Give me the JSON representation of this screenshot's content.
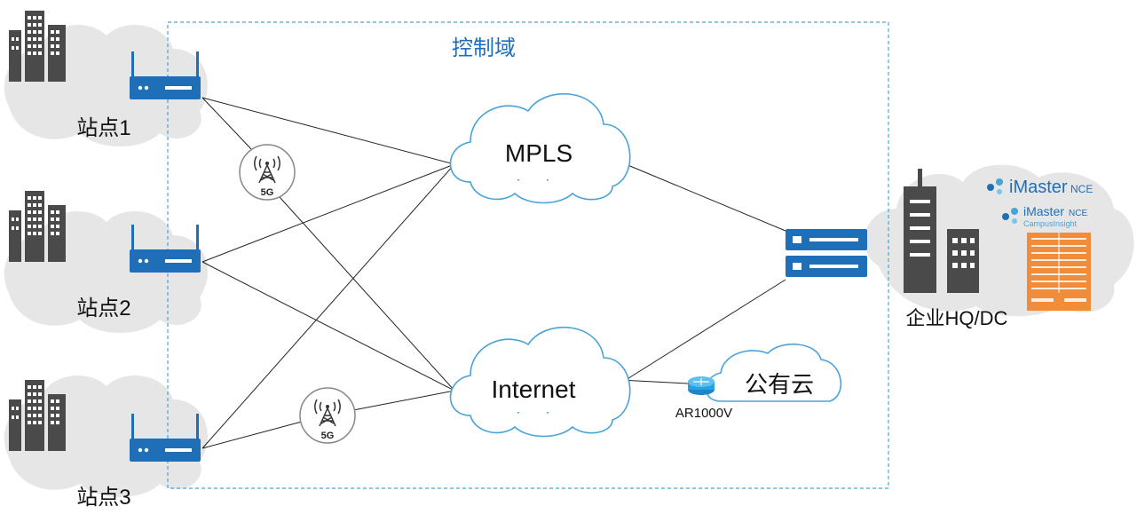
{
  "diagram": {
    "control_domain_label": "控制域",
    "sites": [
      {
        "label": "站点1"
      },
      {
        "label": "站点2"
      },
      {
        "label": "站点3"
      }
    ],
    "badge_5g": "5G",
    "clouds": {
      "mpls": "MPLS",
      "internet": "Internet",
      "public_cloud": "公有云"
    },
    "router_label": "AR1000V",
    "hq_label": "企业HQ/DC",
    "imaster_nce": {
      "brand": "iMaster",
      "suffix": "NCE"
    },
    "imaster_campus": {
      "brand": "iMaster",
      "suffix": "NCE",
      "sub": "CampusInsight"
    },
    "colors": {
      "accent_blue": "#1f6fb8",
      "dashed_border": "#4aa3d8",
      "cloud_fill": "#e6e6e6",
      "building": "#4a4a4a",
      "server_orange": "#f08c3a"
    }
  }
}
